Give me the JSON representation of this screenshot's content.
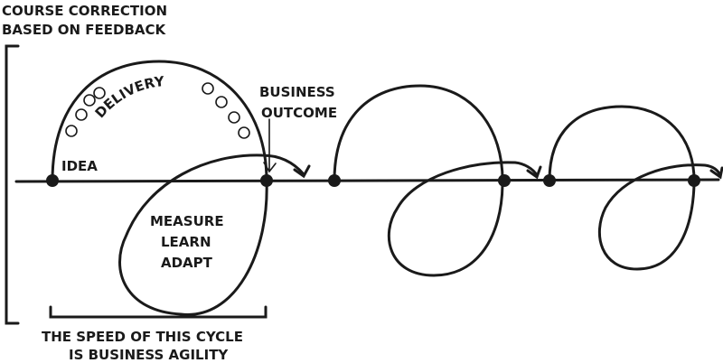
{
  "title": [
    "COURSE CORRECTION",
    "BASED ON FEEDBACK"
  ],
  "delivery": "DELIVERY",
  "outcome": [
    "BUSINESS",
    "OUTCOME"
  ],
  "idea": "IDEA",
  "feedback": [
    "MEASURE",
    "LEARN",
    "ADAPT"
  ],
  "caption": [
    "THE SPEED OF THIS CYCLE",
    "IS BUSINESS AGILITY"
  ]
}
